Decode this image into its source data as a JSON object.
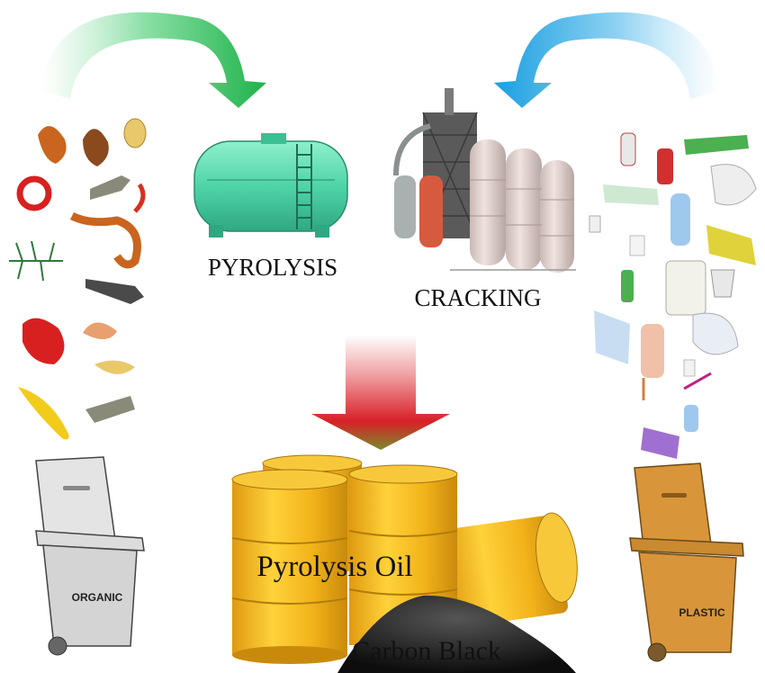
{
  "labels": {
    "pyrolysis": "PYROLYSIS",
    "cracking": "CRACKING",
    "pyrolysis_oil": "Pyrolysis Oil",
    "carbon_black": "Carbon Black"
  },
  "bins": {
    "organic": "ORGANIC",
    "plastic": "PLASTIC"
  },
  "colors": {
    "arrow_green": "#2bbf5a",
    "arrow_blue": "#2aa9e6",
    "arrow_red": "#d8202a",
    "tank": "#4fd4a8",
    "barrel": "#f2b21a",
    "bin_grey": "#d4d4d4",
    "bin_orange": "#d9953a"
  },
  "icons": [
    "green-curved-arrow-icon",
    "blue-curved-arrow-icon",
    "red-down-arrow-icon",
    "storage-tank-icon",
    "cracking-plant-icon",
    "oil-barrels-icon",
    "carbon-black-pile-icon",
    "organic-waste-icon",
    "plastic-waste-icon",
    "organic-bin-icon",
    "plastic-bin-icon"
  ]
}
